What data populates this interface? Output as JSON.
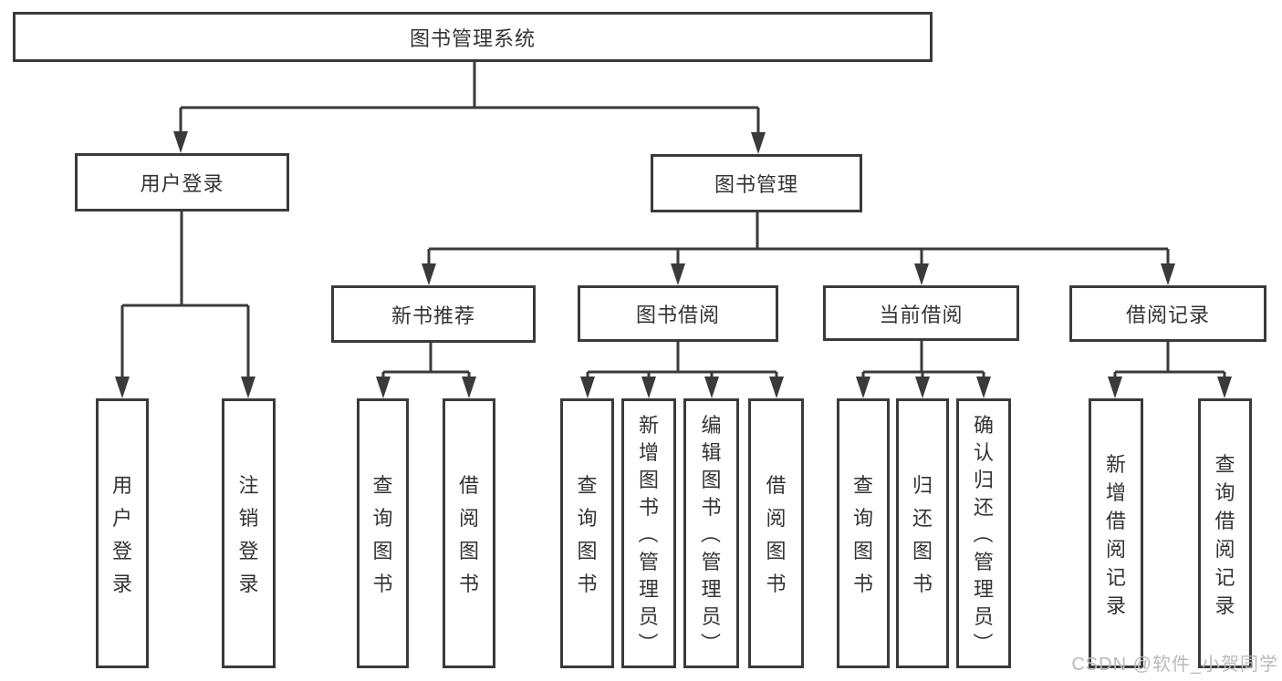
{
  "diagram": {
    "type": "tree-flowchart",
    "root": {
      "label": "图书管理系统",
      "children": [
        {
          "label": "用户登录",
          "children": [
            {
              "label": "用户登录"
            },
            {
              "label": "注销登录"
            }
          ]
        },
        {
          "label": "图书管理",
          "children": [
            {
              "label": "新书推荐",
              "children": [
                {
                  "label": "查询图书"
                },
                {
                  "label": "借阅图书"
                }
              ]
            },
            {
              "label": "图书借阅",
              "children": [
                {
                  "label": "查询图书"
                },
                {
                  "label": "新增图书（管理员）"
                },
                {
                  "label": "编辑图书（管理员）"
                },
                {
                  "label": "借阅图书"
                }
              ]
            },
            {
              "label": "当前借阅",
              "children": [
                {
                  "label": "查询图书"
                },
                {
                  "label": "归还图书"
                },
                {
                  "label": "确认归还（管理员）"
                }
              ]
            },
            {
              "label": "借阅记录",
              "children": [
                {
                  "label": "新增借阅记录"
                },
                {
                  "label": "查询借阅记录"
                }
              ]
            }
          ]
        }
      ]
    },
    "colors": {
      "line": "#3a3a3a",
      "border": "#3a3a3a",
      "text": "#333333",
      "background": "#ffffff",
      "watermark": "#b9b9b9"
    }
  },
  "watermark": {
    "text": "CSDN @软件_小贺同学"
  }
}
